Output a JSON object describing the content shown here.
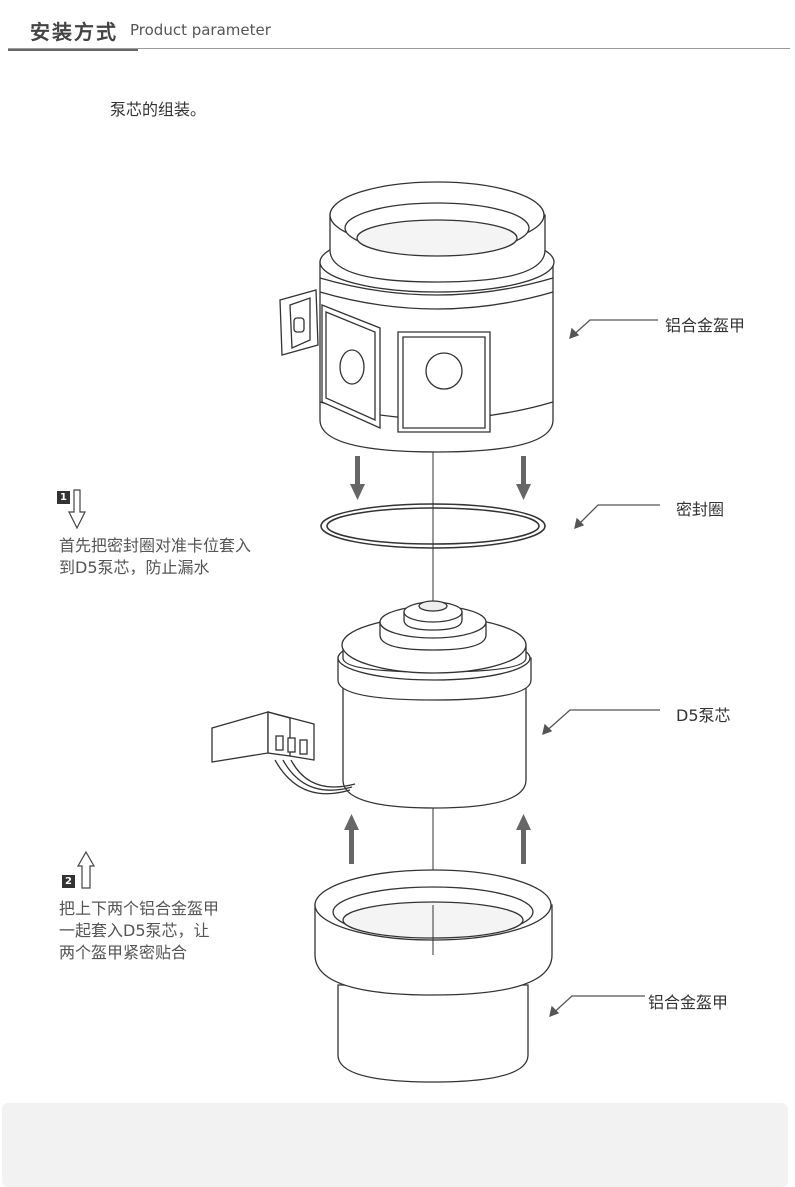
{
  "header": {
    "title_cn": "安装方式",
    "title_en": "Product parameter"
  },
  "subtitle": "泵芯的组装。",
  "labels": {
    "top_shell": "铝合金盔甲",
    "seal_ring": "密封圈",
    "pump_core": "D5泵芯",
    "bottom_shell": "铝合金盔甲"
  },
  "steps": [
    {
      "number": "1",
      "lines": [
        "首先把密封圈对准卡位套入",
        "到D5泵芯，防止漏水"
      ]
    },
    {
      "number": "2",
      "lines": [
        "把上下两个铝合金盔甲",
        "一起套入D5泵芯，让",
        "两个盔甲紧密贴合"
      ]
    }
  ]
}
